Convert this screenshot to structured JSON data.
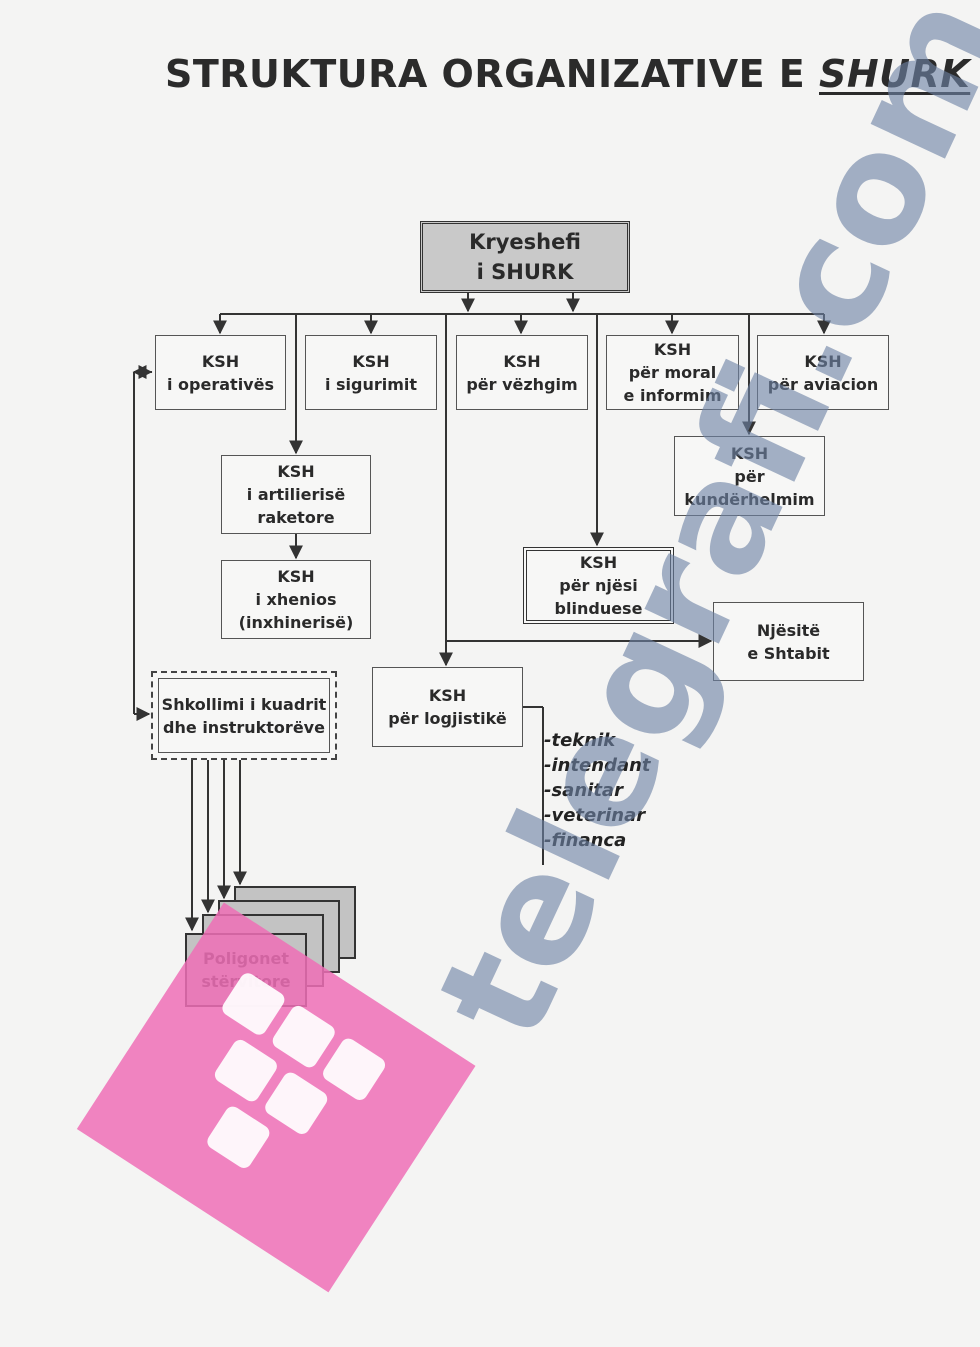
{
  "title": {
    "main": "STRUKTURA ORGANIZATIVE E",
    "italic": "SHURK"
  },
  "chief": {
    "line1": "Kryeshefi",
    "line2": "i SHURK"
  },
  "top_row": [
    {
      "line1": "KSH",
      "line2": "i operativës"
    },
    {
      "line1": "KSH",
      "line2": "i sigurimit"
    },
    {
      "line1": "KSH",
      "line2": "për vëzhgim"
    },
    {
      "line1": "KSH",
      "line2": "për moral",
      "line3": "e informim"
    },
    {
      "line1": "KSH",
      "line2": "për aviacion"
    }
  ],
  "artillery": {
    "line1": "KSH",
    "line2": "i artilierisë",
    "line3": "raketore"
  },
  "engineers": {
    "line1": "KSH",
    "line2": "i xhenios",
    "line3": "(inxhinerisë)"
  },
  "antigas": {
    "line1": "KSH",
    "line2": "për",
    "line3": "kundërhelmim"
  },
  "armored": {
    "line1": "KSH",
    "line2": "për njësi",
    "line3": "blinduese"
  },
  "staff_units": {
    "line1": "Njësitë",
    "line2": "e Shtabit"
  },
  "logistics": {
    "line1": "KSH",
    "line2": "për logjistikë"
  },
  "logistics_sub": [
    "-teknik",
    "-intendant",
    "-sanitar",
    "-veterinar",
    "-financa"
  ],
  "training": {
    "line1": "Shkollimi i kuadrit",
    "line2": "dhe instruktorëve"
  },
  "ranges": {
    "line1": "Poligonet",
    "line2": "stërvitore"
  },
  "watermark": "telegrafi.com",
  "colors": {
    "watermark": "#7f95b4",
    "logo_pink": "#ee6fb6",
    "head_fill": "#c9c9c9"
  }
}
